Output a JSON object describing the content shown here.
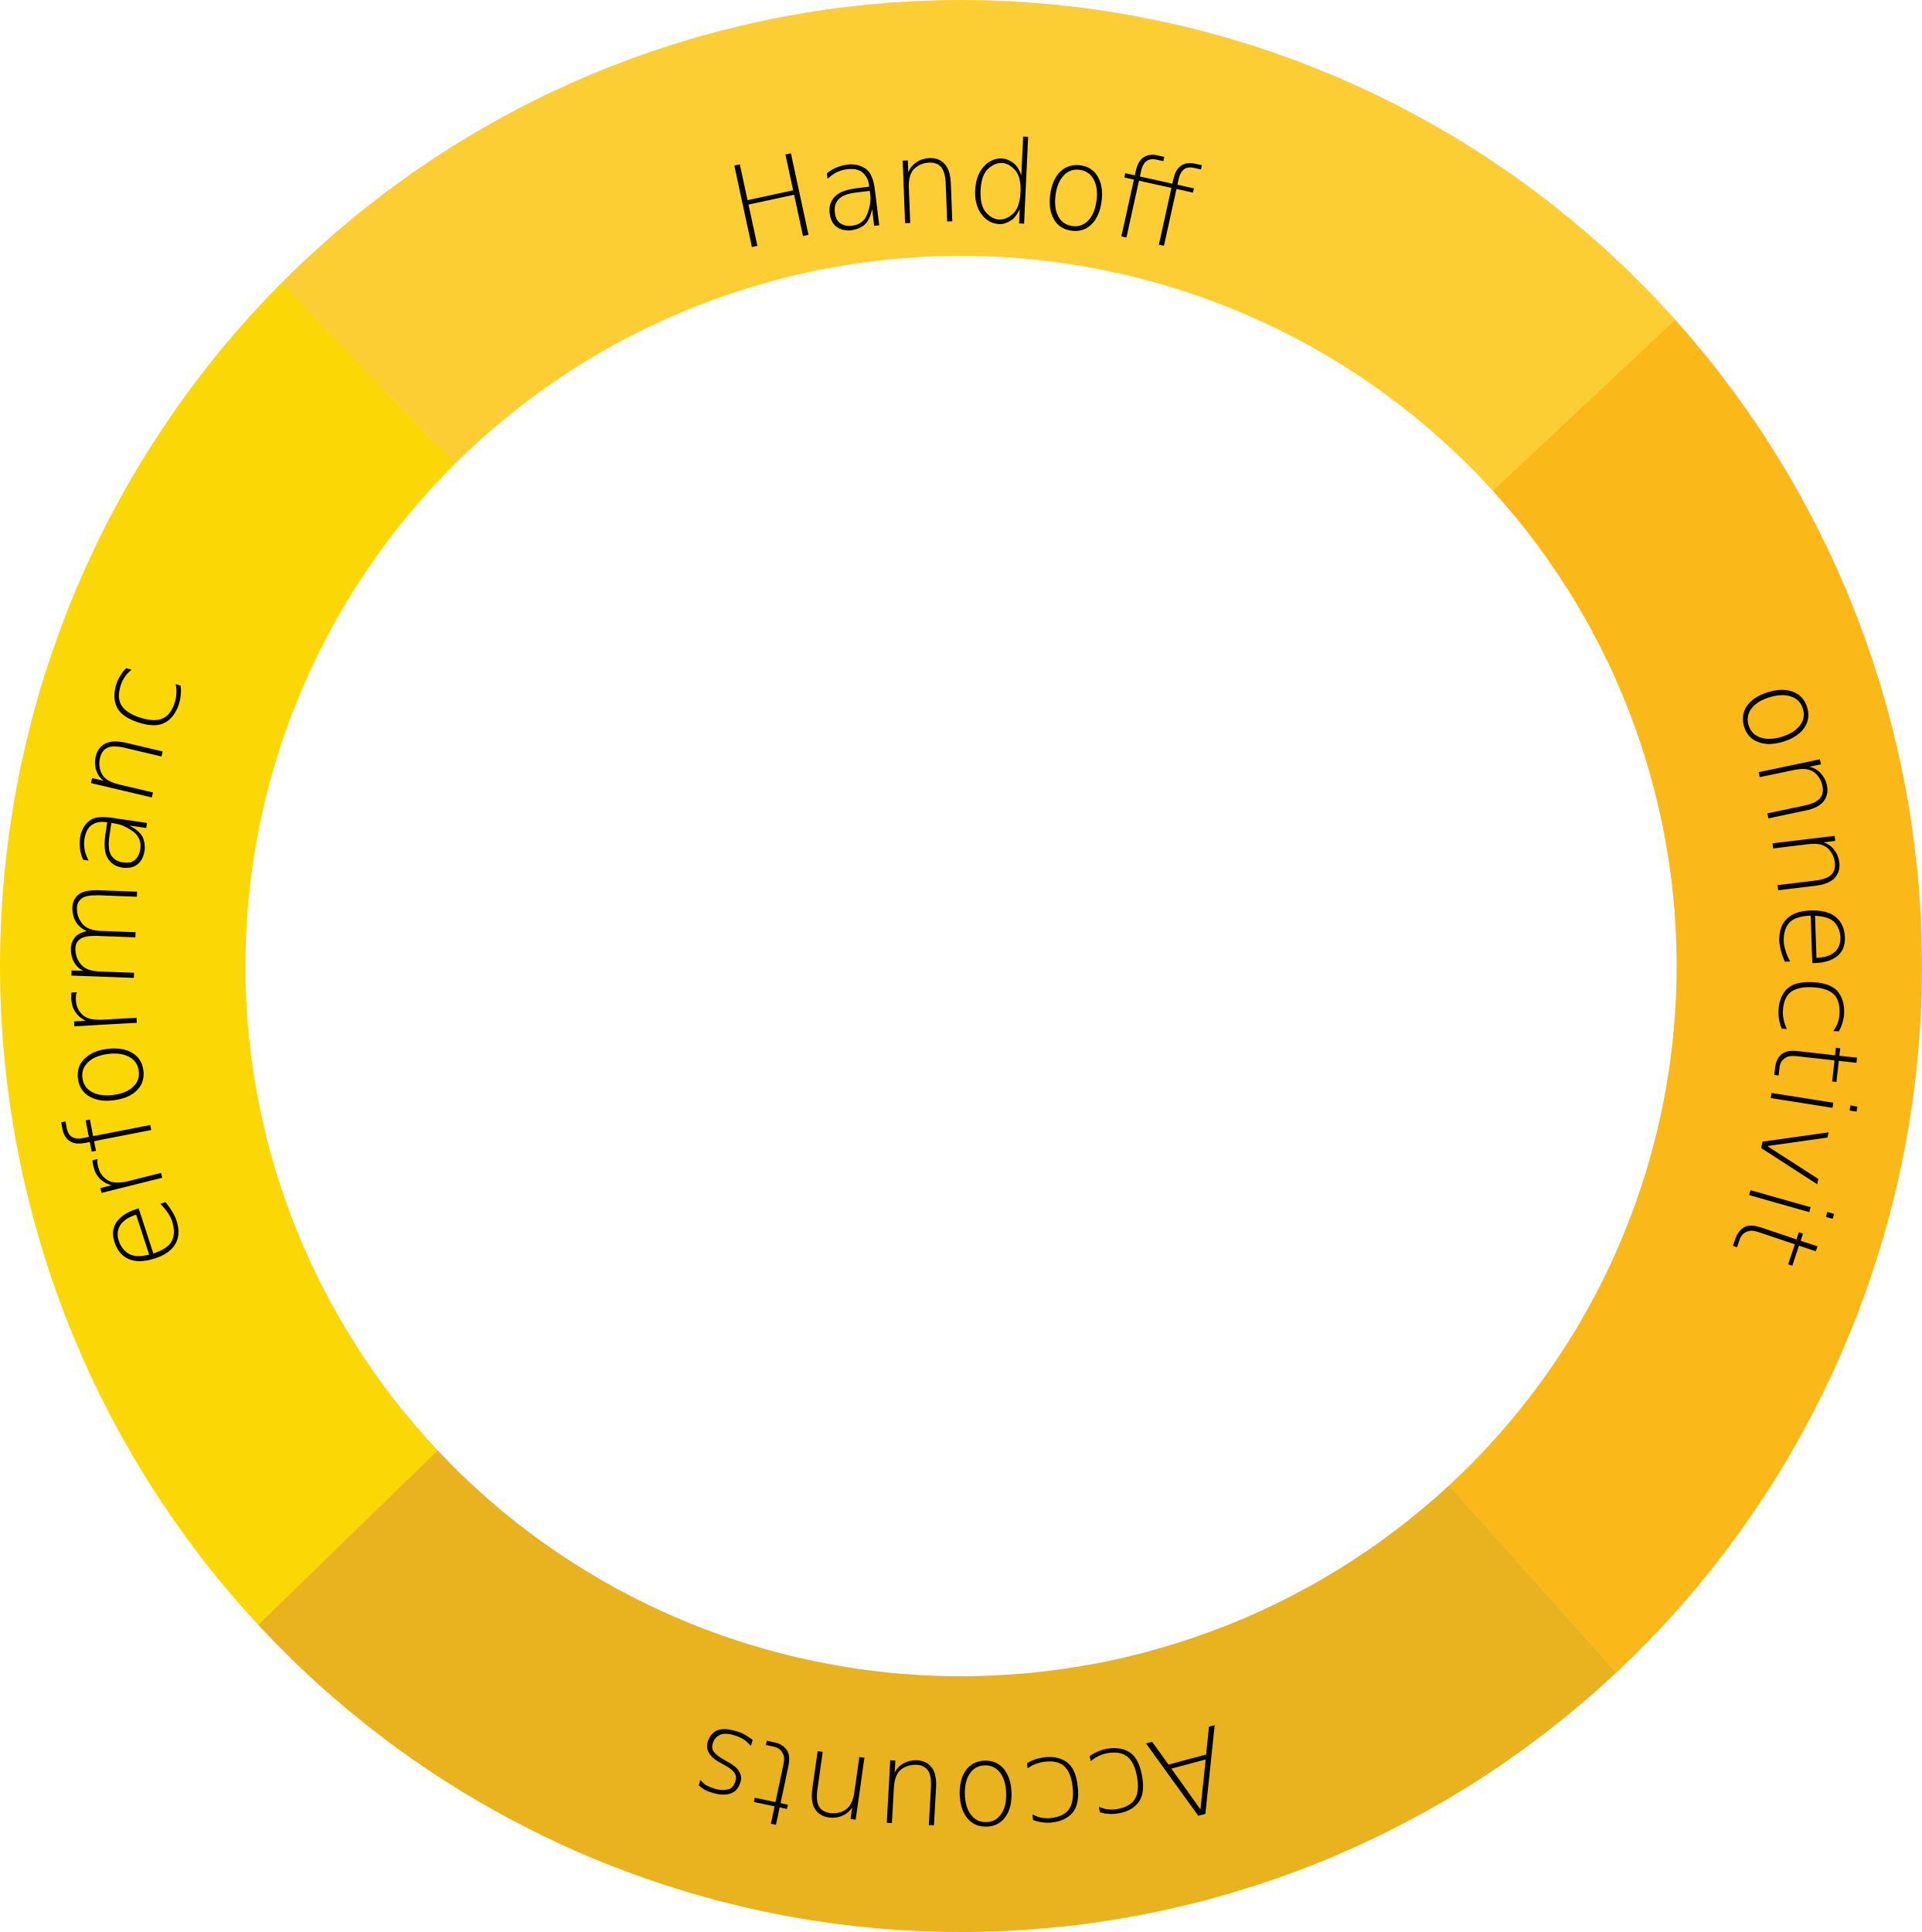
{
  "diagram": {
    "segments": [
      {
        "id": "handoff",
        "label": "Handoff",
        "color": "#FDCD34"
      },
      {
        "id": "connectivity",
        "label": "Connectivity",
        "color": "#FBB919"
      },
      {
        "id": "accounts",
        "label": "Accounts",
        "color": "#E8B31F"
      },
      {
        "id": "performance",
        "label": "Performance",
        "color": "#FBD705"
      }
    ],
    "background": "#FFFFFF"
  }
}
